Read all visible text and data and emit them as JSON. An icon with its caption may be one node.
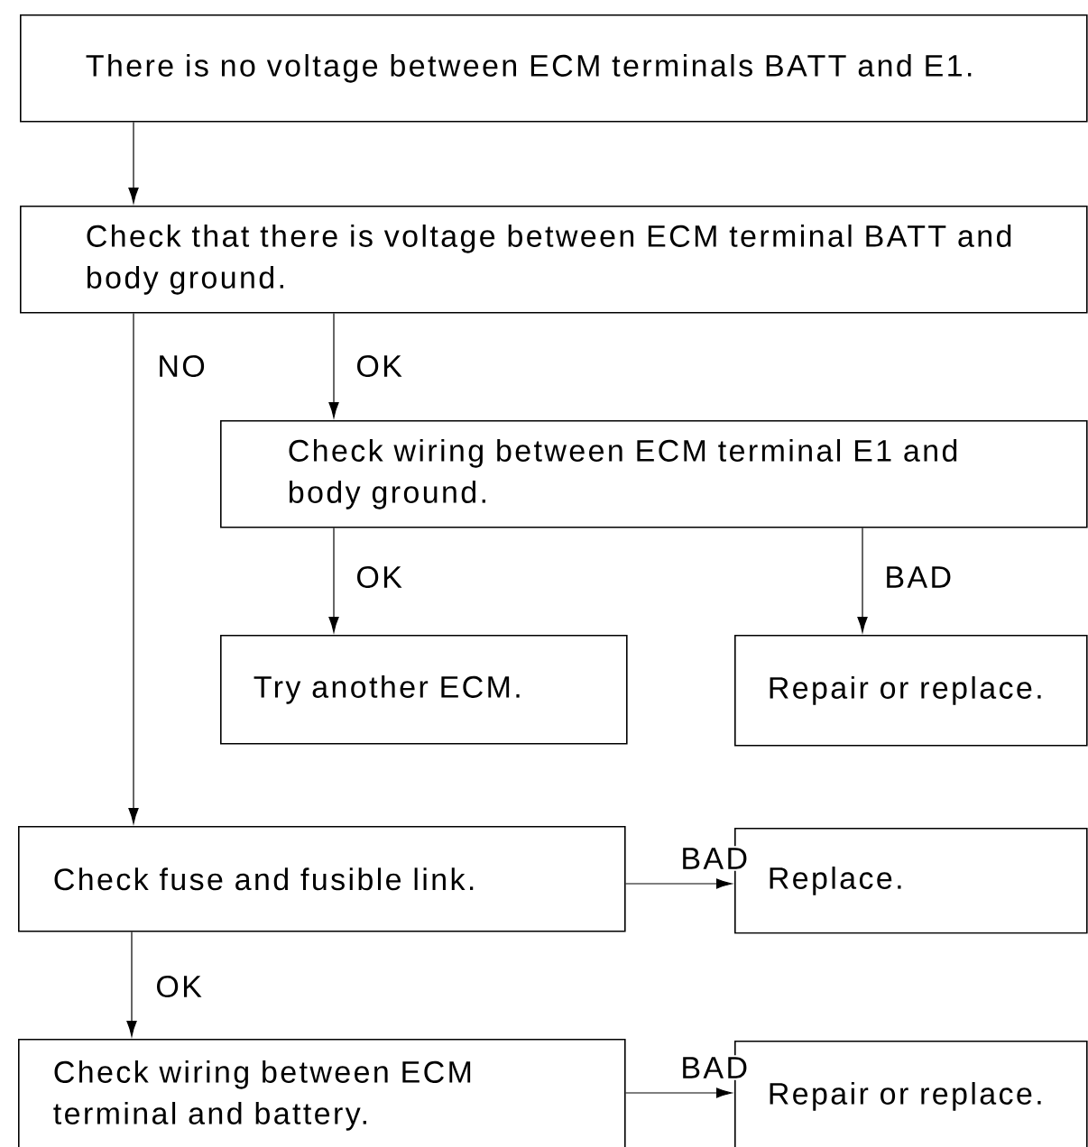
{
  "diagram": {
    "nodes": [
      {
        "text": [
          "There is no voltage between ECM terminals BATT and E1."
        ]
      },
      {
        "text": [
          "Check that there is voltage between ECM terminal BATT and body ground."
        ]
      },
      {
        "text": [
          "Check wiring between ECM terminal E1 and body ground."
        ]
      },
      {
        "text": [
          "Try another ECM."
        ]
      },
      {
        "text": [
          "Repair or replace."
        ]
      },
      {
        "text": [
          "Check fuse and fusible link."
        ]
      },
      {
        "text": [
          "Replace."
        ]
      },
      {
        "text": [
          "Check wiring between ECM terminal and battery."
        ]
      },
      {
        "text": [
          "Repair or replace."
        ]
      }
    ],
    "edges": [
      {
        "from": 0,
        "to": 1,
        "arrow": "to"
      },
      {
        "from": 1,
        "to": 5,
        "arrow": "to",
        "label": "NO"
      },
      {
        "from": 1,
        "to": 2,
        "arrow": "to",
        "label": "OK"
      },
      {
        "from": 2,
        "to": 3,
        "arrow": "to",
        "label": "OK"
      },
      {
        "from": 2,
        "to": 4,
        "arrow": "to",
        "label": "BAD"
      },
      {
        "from": 5,
        "to": 6,
        "arrow": "to",
        "label": "BAD"
      },
      {
        "from": 5,
        "to": 7,
        "arrow": "to",
        "label": "OK"
      },
      {
        "from": 7,
        "to": 8,
        "arrow": "to",
        "label": "BAD"
      }
    ]
  }
}
